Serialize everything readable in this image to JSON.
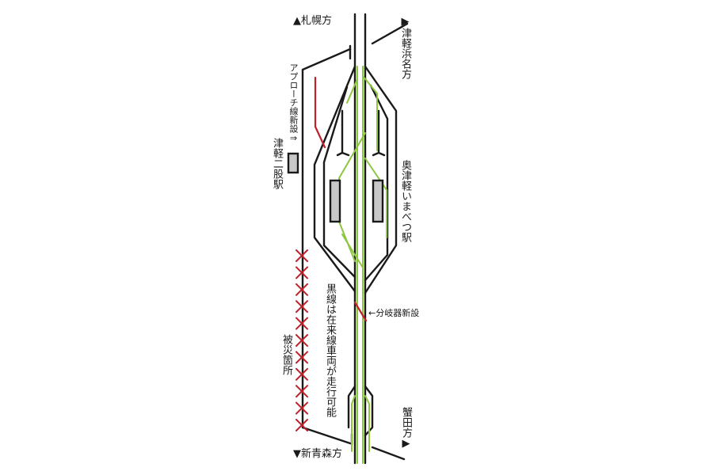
{
  "labels": {
    "sapporo": "▲札幌方",
    "tsugaru_hamana": "▶津軽浜名方",
    "approach": "アプローチ線新設⇒",
    "futamata": "津軽二股駅",
    "okutsugaru": "奥津軽いまべつ駅",
    "black_note": "黒線は在来線車両が走行可能",
    "bunki": "←分岐器新設",
    "hisai": "被災箇所",
    "kanita": "蟹田方▶",
    "shin_aomori": "▼新青森方"
  },
  "colors": {
    "existing_line": "#1a1a1a",
    "new_track": "#c0202a",
    "shinkansen_track": "#8cc63f",
    "platform": "#c8c8c8",
    "damage_mark": "#c0202a"
  }
}
